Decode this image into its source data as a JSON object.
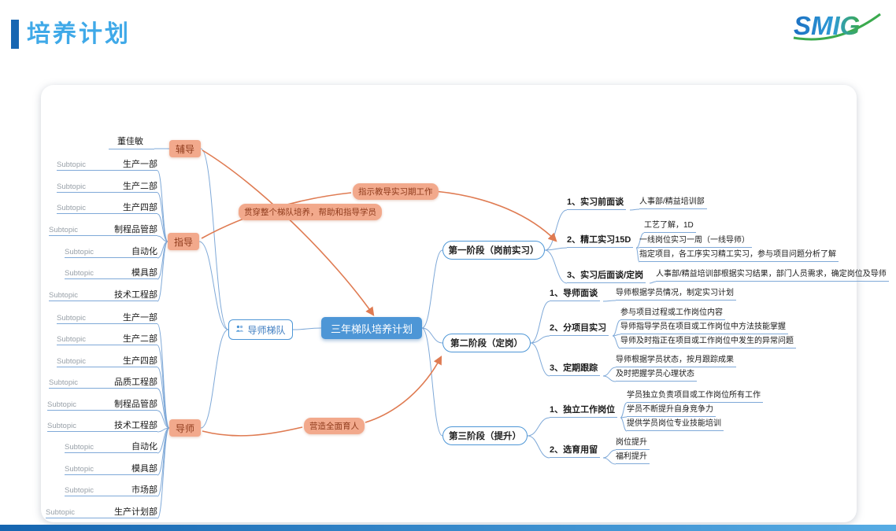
{
  "header": {
    "title": "培养计划",
    "logo_text": "SMIG"
  },
  "mindmap": {
    "center": "三年梯队培养计划",
    "team": "导师梯队",
    "branch_coach": "辅导",
    "branch_guide": "指导",
    "branch_mentor": "导师",
    "coach_items": [
      "董佳敏"
    ],
    "guide_items": [
      {
        "prefix": "Subtopic",
        "label": "生产一部"
      },
      {
        "prefix": "Subtopic",
        "label": "生产二部"
      },
      {
        "prefix": "Subtopic",
        "label": "生产四部"
      },
      {
        "prefix": "Subtopic",
        "label": "制程品管部"
      },
      {
        "prefix": "Subtopic",
        "label": "自动化"
      },
      {
        "prefix": "Subtopic",
        "label": "模具部"
      },
      {
        "prefix": "Subtopic",
        "label": "技术工程部"
      }
    ],
    "mentor_items": [
      {
        "prefix": "Subtopic",
        "label": "生产一部"
      },
      {
        "prefix": "Subtopic",
        "label": "生产二部"
      },
      {
        "prefix": "Subtopic",
        "label": "生产四部"
      },
      {
        "prefix": "Subtopic",
        "label": "品质工程部"
      },
      {
        "prefix": "Subtopic",
        "label": "制程品管部"
      },
      {
        "prefix": "Subtopic",
        "label": "技术工程部"
      },
      {
        "prefix": "Subtopic",
        "label": "自动化"
      },
      {
        "prefix": "Subtopic",
        "label": "模具部"
      },
      {
        "prefix": "Subtopic",
        "label": "市场部"
      },
      {
        "prefix": "Subtopic",
        "label": "生产计划部"
      }
    ],
    "callout_instruct": "指示教导实习期工作",
    "callout_through": "贯穿整个梯队培养，帮助和指导学员",
    "callout_nurture": "营造全面育人",
    "phases": [
      {
        "label": "第一阶段（岗前实习）",
        "items": [
          {
            "label": "1、实习前面谈",
            "leaves": [
              "人事部/精益培训部"
            ]
          },
          {
            "label": "2、精工实习15D",
            "leaves": [
              "工艺了解，1D",
              "一线岗位实习一周（一线导师）",
              "指定项目，各工序实习精工实习，参与项目问题分析了解"
            ]
          },
          {
            "label": "3、实习后面谈/定岗",
            "leaves": [
              "人事部/精益培训部根据实习结果，部门人员需求，确定岗位及导师"
            ]
          }
        ]
      },
      {
        "label": "第二阶段（定岗）",
        "items": [
          {
            "label": "1、导师面谈",
            "leaves": [
              "导师根据学员情况，制定实习计划"
            ]
          },
          {
            "label": "2、分项目实习",
            "leaves": [
              "参与项目过程或工作岗位内容",
              "导师指导学员在项目或工作岗位中方法技能掌握",
              "导师及时指正在项目或工作岗位中发生的异常问题"
            ]
          },
          {
            "label": "3、定期跟踪",
            "leaves": [
              "导师根据学员状态，按月跟踪成果",
              "及时把握学员心理状态"
            ]
          }
        ]
      },
      {
        "label": "第三阶段（提升）",
        "items": [
          {
            "label": "1、独立工作岗位",
            "leaves": [
              "学员独立负责项目或工作岗位所有工作",
              "学员不断提升自身竞争力",
              "提供学员岗位专业技能培训"
            ]
          },
          {
            "label": "2、选育用留",
            "leaves": [
              "岗位提升",
              "福利提升"
            ]
          }
        ]
      }
    ]
  }
}
